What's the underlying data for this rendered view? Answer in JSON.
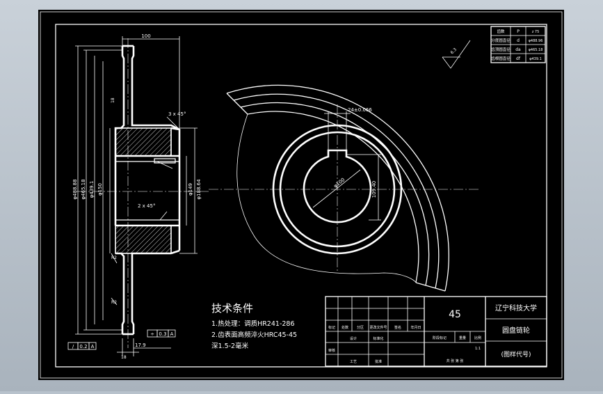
{
  "drawing": {
    "tech_title": "技术条件",
    "tech_lines": [
      "1.热处理：调质HR241-286",
      "2.齿表面高频淬火HRC45-45",
      "深1.5-2毫米"
    ],
    "surface_roughness": "6.3",
    "dims": {
      "overall_width": "100",
      "key_width": "24±0.066",
      "bore": "φ100",
      "key_depth": "109.40",
      "chamfer_top": "3 x 45°",
      "chamfer_bottom": "2 x 45°",
      "hub_dia": "φ149",
      "outer_dia": "φ488.88",
      "dia_2": "φ465.18",
      "dia_3": "φ439.1",
      "dia_4": "φ150",
      "dia_5": "φ188.64",
      "tooth_thickness": "18",
      "hub_length": "17.9",
      "bottom": "18",
      "r1": "R2",
      "r2": "R2"
    },
    "tolerance_frames": [
      {
        "symbol": "/",
        "value": "0.2",
        "datum": "A"
      },
      {
        "symbol": "÷",
        "value": "0.3",
        "datum": "A"
      }
    ]
  },
  "param_table": {
    "rows": [
      [
        "齿数",
        "P",
        "z 75"
      ],
      [
        "分度圆直径",
        "d",
        "φ488.96"
      ],
      [
        "齿顶圆直径",
        "da",
        "φ465.18"
      ],
      [
        "齿根圆直径",
        "df",
        "φ439.1"
      ]
    ]
  },
  "title_block": {
    "material": "45",
    "university": "辽宁科技大学",
    "part_name": "圆盘链轮",
    "drawing_code": "(图样代号)",
    "labels": {
      "mark": "标记",
      "count": "处数",
      "zone": "分区",
      "change_doc": "更改文件号",
      "sign": "签名",
      "date": "年月日",
      "design": "设计",
      "standard": "标准化",
      "stage_mark": "阶段标记",
      "weight": "重量",
      "scale": "比例",
      "scale_value": "1:1",
      "review": "审核",
      "process": "工艺",
      "approve": "批准",
      "sheets": "共 张  第 张"
    }
  }
}
